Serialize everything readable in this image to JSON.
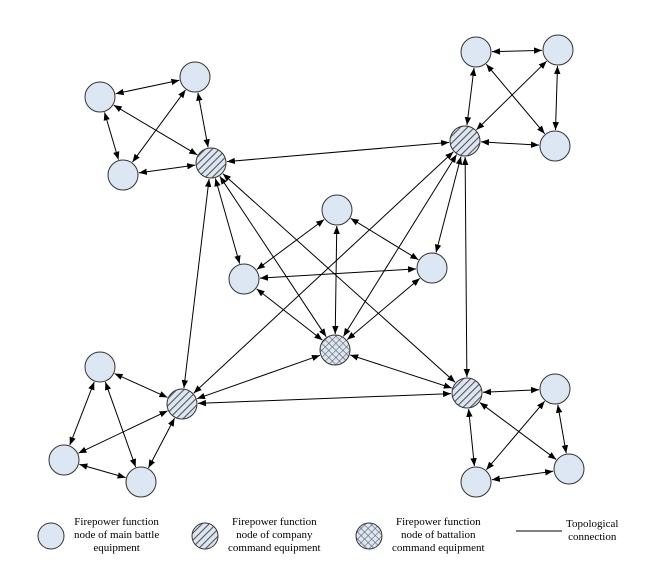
{
  "diagram": {
    "node_types": {
      "main": {
        "fill": "#dde6f3",
        "stroke": "#333333"
      },
      "company": {
        "fill": "#dde6f3",
        "pattern": "diagonal-hatch"
      },
      "battalion": {
        "fill": "#dde6f3",
        "pattern": "cross-hatch"
      }
    },
    "edge_style": "bidirectional-arrow"
  },
  "legend": {
    "main_label": "Firepower function\nnode of main battle\nequipment",
    "company_label": "Firepower function\nnode of company\ncommand equipment",
    "battalion_label": "Firepower function\nnode of battalion\ncommand equipment",
    "edge_label": "Topological\nconnection"
  }
}
